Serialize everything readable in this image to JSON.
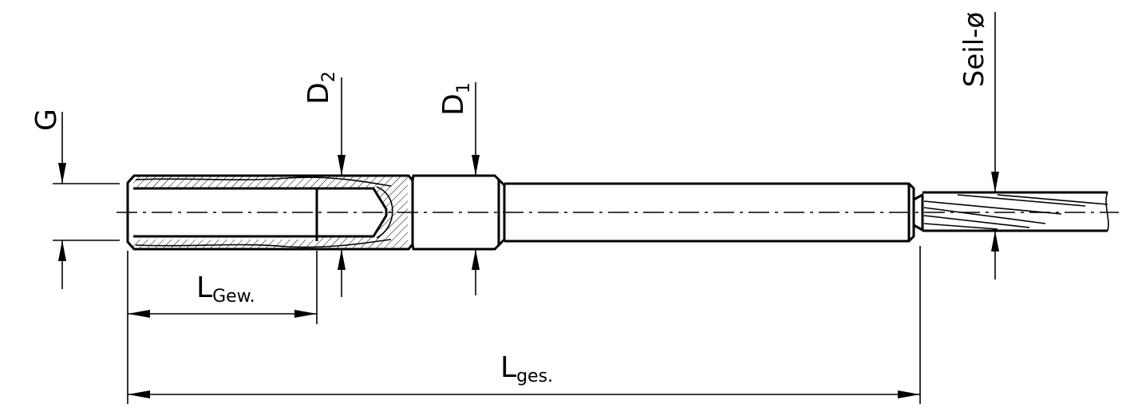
{
  "labels": {
    "g": "G",
    "d2_main": "D",
    "d2_sub": "2",
    "d1_main": "D",
    "d1_sub": "1",
    "seil": "Seil-ø",
    "lgew_main": "L",
    "lgew_sub": "Gew.",
    "lges_main": "L",
    "lges_sub": "ges."
  },
  "colors": {
    "line": "#000000",
    "background": "#ffffff"
  }
}
